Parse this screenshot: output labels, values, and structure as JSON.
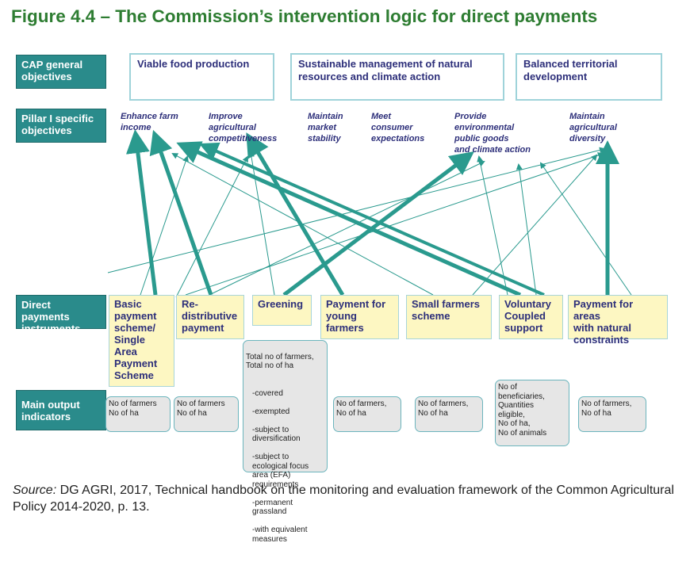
{
  "title": "Figure 4.4 – The Commission’s intervention logic for direct payments",
  "row_labels": {
    "general": "CAP general\nobjectives",
    "specific": "Pillar I specific\nobjectives",
    "instruments": "Direct payments\ninstruments",
    "outputs": "Main output\nindicators"
  },
  "general_objectives": [
    "Viable food production",
    "Sustainable  management  of  natural resources  and  climate action",
    "Balanced  territorial development"
  ],
  "specific_objectives": [
    "Enhance farm\nincome",
    "Improve\nagricultural\ncompetitiveness",
    "Maintain\nmarket\nstability",
    "Meet\nconsumer\nexpectations",
    "Provide\nenvironmental\npublic goods\nand climate action",
    "Maintain\nagricultural\ndiversity"
  ],
  "instruments": [
    "Basic\npayment\nscheme/\nSingle\nArea\nPayment\nScheme",
    "Re-\ndistributive\npayment",
    "Greening",
    "Payment for\nyoung\nfarmers",
    "Small farmers\nscheme",
    "Voluntary\nCoupled\nsupport",
    "Payment for areas\nwith natural\nconstraints"
  ],
  "outputs": {
    "basic": "No of farmers\nNo of ha",
    "redistributive": "No of farmers\nNo of ha",
    "greening_head": "Total no of farmers,\nTotal no of ha",
    "greening_items": [
      "-covered",
      "-exempted",
      "-subject to\ndiversification",
      "-subject to\necological focus\narea (EFA)\nrequirements",
      "-permanent\ngrassland",
      "-with equivalent\nmeasures"
    ],
    "young": "No of farmers,\nNo of ha",
    "small": "No of farmers,\nNo of ha",
    "coupled": "No of\nbeneficiaries,\nQuantities\neligible,\nNo of ha,\nNo of animals",
    "anc": "No of farmers,\nNo of ha"
  },
  "source": {
    "label": "Source:",
    "text": " DG AGRI, 2017, Technical handbook on the monitoring and evaluation framework of the Common Agricultural Policy 2014-2020, p. 13."
  },
  "colors": {
    "title_green": "#2e7d32",
    "label_teal": "#2a8b8b",
    "arrow_teal": "#2a9a8e",
    "instrument_fill": "#fdf7c2",
    "output_fill": "#e6e6e6",
    "text_navy": "#2d2f7a"
  }
}
